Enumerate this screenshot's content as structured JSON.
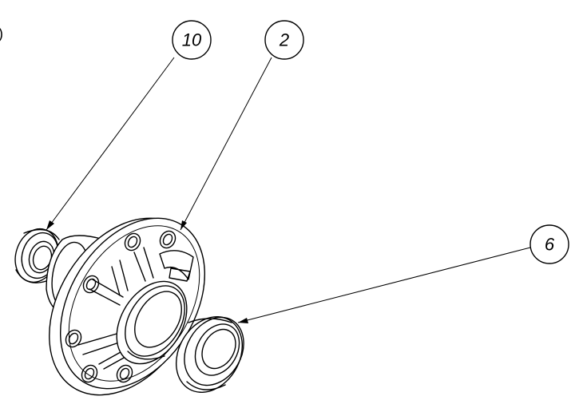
{
  "balloons": [
    {
      "id": "balloon-10",
      "label": "10"
    },
    {
      "id": "balloon-2",
      "label": "2"
    },
    {
      "id": "balloon-6",
      "label": "6"
    }
  ],
  "edge_glyph": ")"
}
